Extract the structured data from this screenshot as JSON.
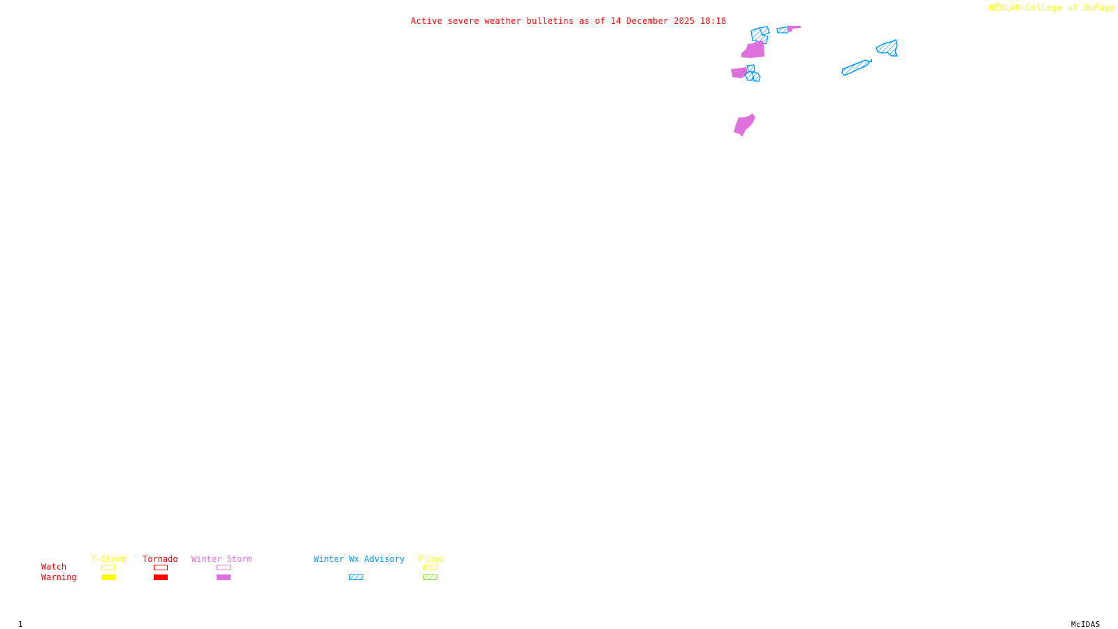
{
  "header": {
    "title": "Active severe weather bulletins as of 14 December 2025 18:18",
    "credit": "NEXLAB-College of DuPage",
    "credit_icon": "nexlab-logo-icon"
  },
  "colors": {
    "title": "#ff0000",
    "credit": "#ffff00",
    "tstorm": "#ffff00",
    "tornado": "#ff0000",
    "winter_storm": "#dd70dd",
    "winter_wx_advisory": "#0099ff",
    "flood_watch": "#ffff00",
    "flood_warning": "#88dd22",
    "background": "#ffffff"
  },
  "legend": {
    "row_labels": {
      "watch": "Watch",
      "warning": "Warning"
    },
    "categories": [
      {
        "name": "T-Storm",
        "watch": "outline",
        "warning": "filled"
      },
      {
        "name": "Tornado",
        "watch": "outline",
        "warning": "filled"
      },
      {
        "name": "Winter Storm",
        "watch": "outline",
        "warning": "filled"
      },
      {
        "name": "Winter Wx Advisory",
        "watch": "none",
        "warning": "hatched"
      },
      {
        "name": "Flood",
        "watch": "hatched",
        "warning": "hatched"
      }
    ]
  },
  "map": {
    "active_areas": [
      {
        "type": "Winter Wx Advisory",
        "region": "northern cluster A",
        "style": "hatched"
      },
      {
        "type": "Winter Wx Advisory",
        "region": "northern strip",
        "style": "hatched"
      },
      {
        "type": "Winter Storm Warning",
        "region": "northern strip east end",
        "style": "filled"
      },
      {
        "type": "Winter Storm Warning",
        "region": "central-north block",
        "style": "filled"
      },
      {
        "type": "Winter Storm Warning",
        "region": "western block",
        "style": "filled"
      },
      {
        "type": "Winter Wx Advisory",
        "region": "cluster B",
        "style": "hatched"
      },
      {
        "type": "Winter Storm Warning",
        "region": "southern block",
        "style": "filled"
      },
      {
        "type": "Winter Wx Advisory",
        "region": "eastern coastal strip",
        "style": "hatched"
      },
      {
        "type": "Winter Wx Advisory",
        "region": "far-eastern cape",
        "style": "hatched"
      }
    ]
  },
  "footer": {
    "frame_number": "1",
    "software": "McIDAS"
  }
}
